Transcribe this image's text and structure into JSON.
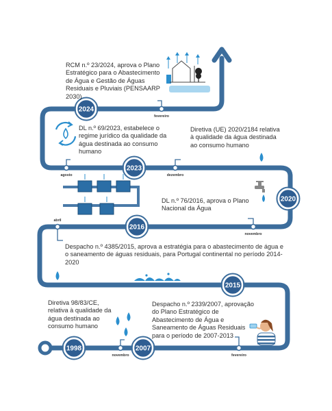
{
  "timeline": {
    "years": [
      "2024",
      "2023",
      "2020",
      "2016",
      "2015",
      "2007",
      "1998"
    ],
    "months": {
      "fevereiro_2024": "fevereiro",
      "agosto_2023": "agosto",
      "dezembro_2023": "dezembro",
      "novembro_2020": "novembro",
      "abril_2016": "abril",
      "fevereiro_2007": "fevereiro",
      "novembro_1998": "novembro"
    }
  },
  "events": {
    "rcm_2024": "RCM n.º 23/2024, aprova o Plano Estratégico para o Abastecimento de Água e Gestão de Águas Residuais e Pluviais (PENSAARP 2030)",
    "dl_69_2023": "DL n.º 69/2023, estabelece o regime jurídico da qualidade da água destinada ao consumo humano",
    "diretiva_2020": "Diretiva (UE) 2020/2184 relativa à qualidade da água destinada ao consumo humano",
    "dl_76_2016": "DL n.º 76/2016, aprova o Plano Nacional da Água",
    "despacho_4385_2015": "Despacho n.º 4385/2015, aprova a estratégia para o abastecimento de água e o saneamento de águas residuais, para Portugal continental no período 2014-2020",
    "diretiva_98_83": "Diretiva 98/83/CE, relativa à qualidade da água destinada ao consumo humano",
    "despacho_2339_2007": "Despacho n.º 2339/2007, aprovação do Plano Estratégico de Abastecimento de Água e Saneamento de Águas Residuais para o período de 2007-2013"
  },
  "colors": {
    "path": "#3c6d9c",
    "node_fill": "#2f5e92",
    "node_ring": "#ffffff",
    "drop": "#2b8fce",
    "pipe": "#4a7aa8"
  }
}
